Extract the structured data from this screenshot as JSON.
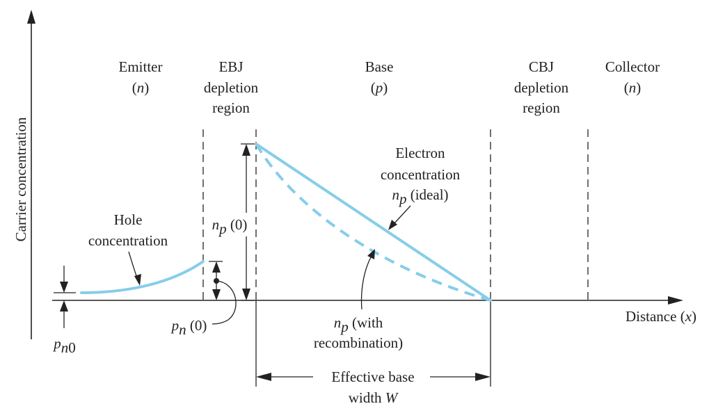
{
  "axes": {
    "y_label": "Carrier concentration",
    "x_label": "Distance (x)"
  },
  "regions": {
    "emitter": {
      "line1": "Emitter",
      "line2": "(n)"
    },
    "ebj": {
      "line1": "EBJ",
      "line2": "depletion",
      "line3": "region"
    },
    "base": {
      "line1": "Base",
      "line2": "(p)"
    },
    "cbj": {
      "line1": "CBJ",
      "line2": "depletion",
      "line3": "region"
    },
    "collector": {
      "line1": "Collector",
      "line2": "(n)"
    }
  },
  "labels": {
    "hole": {
      "line1": "Hole",
      "line2": "concentration"
    },
    "electron": {
      "line1": "Electron",
      "line2": "concentration",
      "line3": "n_p (ideal)"
    },
    "np0": "n_p (0)",
    "pn0_label": "p_n (0)",
    "pn0_equilibrium": "p_n0",
    "recomb": {
      "line1": "n_p (with",
      "line2": "recombination)"
    },
    "width": {
      "line1": "Effective base",
      "line2": "width W"
    }
  },
  "colors": {
    "curve": "#86cdea",
    "ink": "#222222"
  }
}
